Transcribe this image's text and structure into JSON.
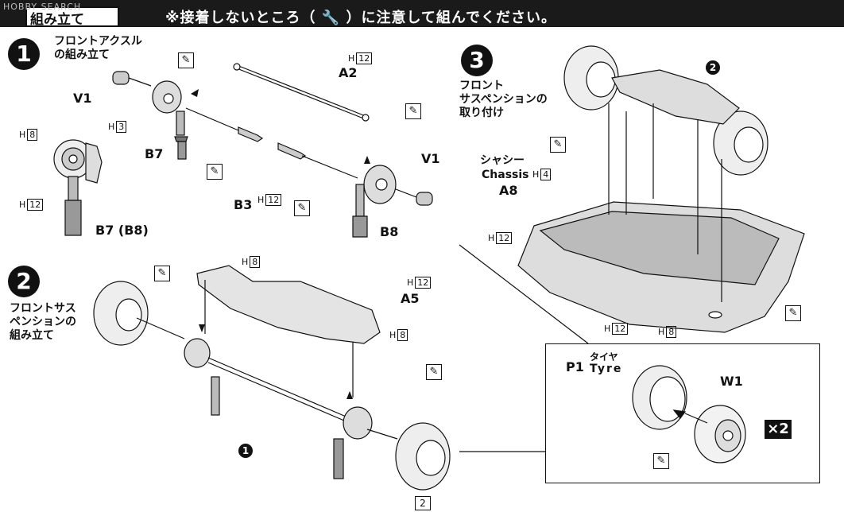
{
  "watermark": "HOBBY SEARCH",
  "header": {
    "title": "組み立て",
    "note": "※接着しないところ（ 🔧 ）に注意して組んでください。"
  },
  "steps": [
    {
      "number": "1",
      "title_line1": "フロントアクスル",
      "title_line2": "の組み立て"
    },
    {
      "number": "2",
      "title_line1": "フロントサス",
      "title_line2": "ペンションの",
      "title_line3": "組み立て"
    },
    {
      "number": "3",
      "title_line1": "フロント",
      "title_line2": "サスペンションの",
      "title_line3": "取り付け"
    }
  ],
  "labels": {
    "v1_left": "V1",
    "v1_right": "V1",
    "a2": "A2",
    "b7": "B7",
    "b8": "B8",
    "b3": "B3",
    "b7b8": "B7 (B8)",
    "a5": "A5",
    "a8": "A8",
    "chassis_jp": "シャシー",
    "chassis_en": "Chassis",
    "p1": "P1",
    "tyre_jp": "タイヤ",
    "tyre_en": "Tyre",
    "w1": "W1",
    "x2": "×2",
    "bullet1": "1",
    "bullet2": "2"
  },
  "h_labels": {
    "h": "H",
    "h12": "12",
    "h8": "8",
    "h3": "3",
    "h4": "4"
  },
  "page_number": "2",
  "glue_icon": "no-glue-icon"
}
